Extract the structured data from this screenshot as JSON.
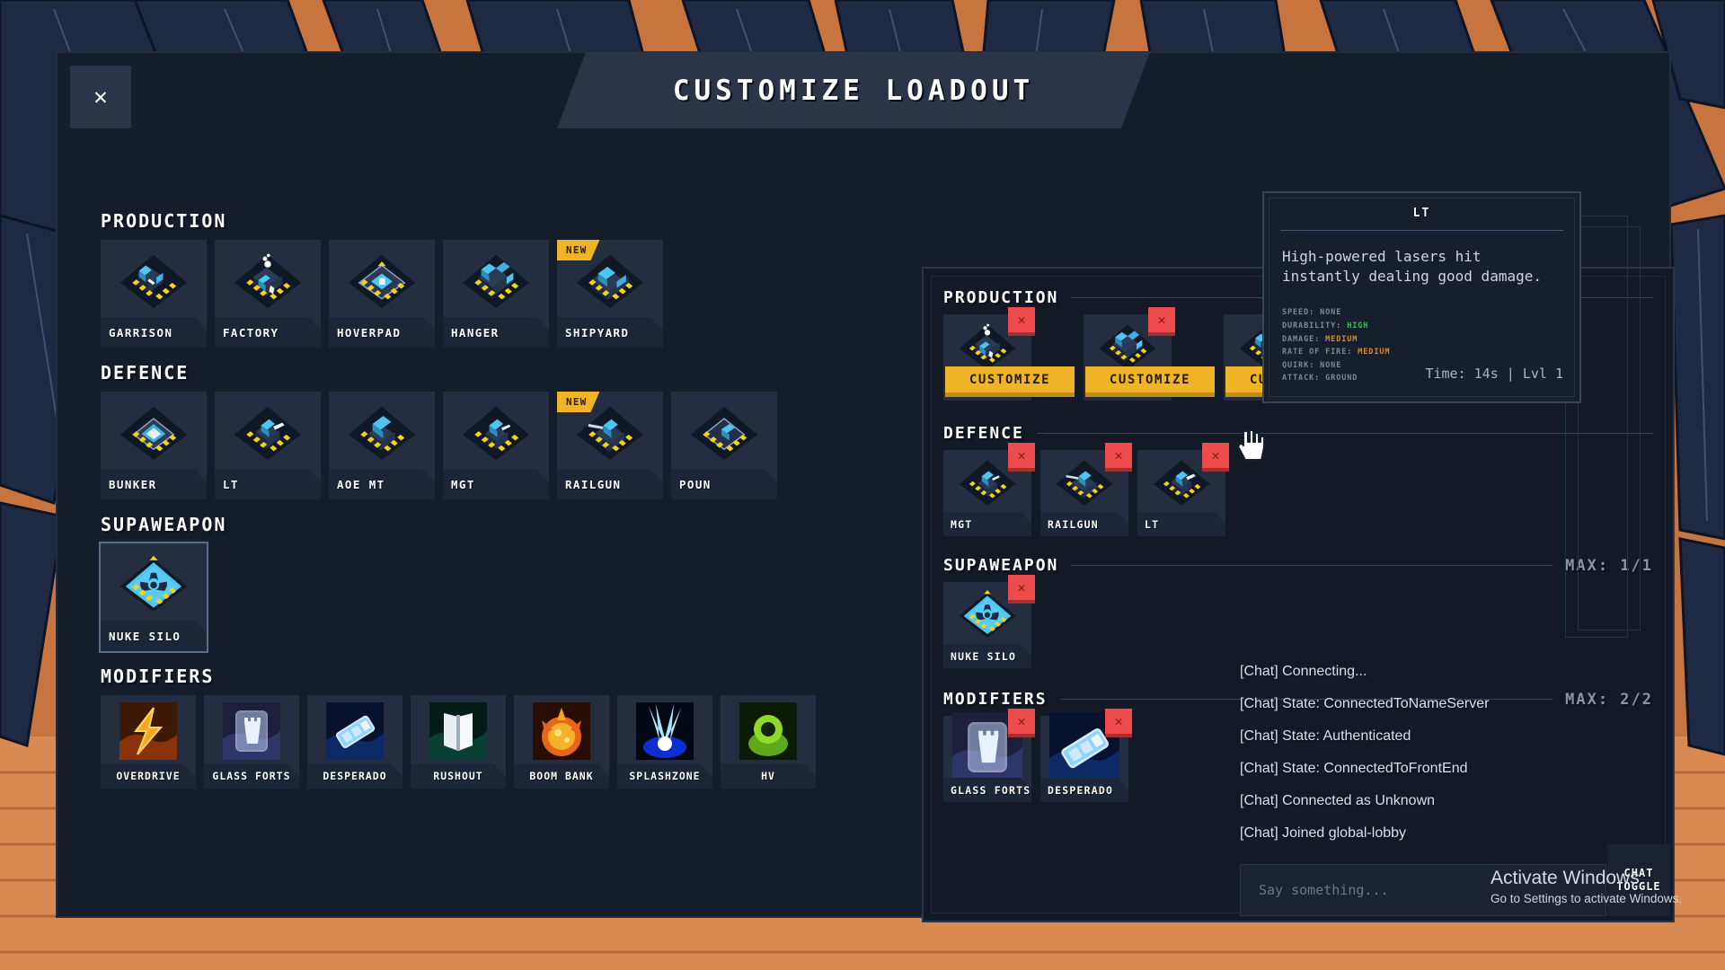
{
  "modal": {
    "title": "CUSTOMIZE LOADOUT",
    "close_label": "✕"
  },
  "catalogue": {
    "sections": [
      {
        "heading": "PRODUCTION",
        "cards": [
          {
            "label": "GARRISON",
            "badge": "",
            "art": "garrison"
          },
          {
            "label": "FACTORY",
            "badge": "",
            "art": "factory"
          },
          {
            "label": "HOVERPAD",
            "badge": "",
            "art": "hoverpad"
          },
          {
            "label": "HANGER",
            "badge": "",
            "art": "hanger"
          },
          {
            "label": "SHIPYARD",
            "badge": "NEW",
            "art": "shipyard"
          }
        ]
      },
      {
        "heading": "DEFENCE",
        "cards": [
          {
            "label": "BUNKER",
            "badge": "",
            "art": "bunker"
          },
          {
            "label": "LT",
            "badge": "",
            "art": "lt"
          },
          {
            "label": "AOE MT",
            "badge": "",
            "art": "aoemt"
          },
          {
            "label": "MGT",
            "badge": "",
            "art": "mgt"
          },
          {
            "label": "RAILGUN",
            "badge": "NEW",
            "art": "railgun"
          },
          {
            "label": "POUN",
            "badge": "",
            "art": "pounder"
          }
        ]
      },
      {
        "heading": "SUPAWEAPON",
        "cards": [
          {
            "label": "NUKE SILO",
            "badge": "",
            "art": "nuke"
          }
        ]
      }
    ],
    "modifiers": {
      "heading": "MODIFIERS",
      "cards": [
        {
          "label": "OVERDRIVE",
          "art": "overdrive"
        },
        {
          "label": "GLASS FORTS",
          "art": "glassforts"
        },
        {
          "label": "DESPERADO",
          "art": "desperado"
        },
        {
          "label": "RUSHOUT",
          "art": "rushout"
        },
        {
          "label": "BOOM BANK",
          "art": "boombank"
        },
        {
          "label": "SPLASHZONE",
          "art": "splashzone"
        },
        {
          "label": "HV",
          "art": "hv"
        }
      ]
    }
  },
  "loadout": {
    "sections": [
      {
        "heading": "PRODUCTION",
        "max": "",
        "cards": [
          {
            "label": "",
            "art": "factory",
            "action": "CUSTOMIZE",
            "remove": "✕"
          },
          {
            "label": "",
            "art": "hanger",
            "action": "CUSTOMIZE",
            "remove": "✕"
          },
          {
            "label": "",
            "art": "garrison",
            "action": "CUSTOMIZE",
            "remove": "✕"
          }
        ]
      },
      {
        "heading": "DEFENCE",
        "max": "",
        "cards": [
          {
            "label": "MGT",
            "art": "mgt",
            "action": "",
            "remove": "✕"
          },
          {
            "label": "RAILGUN",
            "art": "railgun",
            "action": "",
            "remove": "✕"
          },
          {
            "label": "LT",
            "art": "lt",
            "action": "",
            "remove": "✕"
          }
        ]
      },
      {
        "heading": "SUPAWEAPON",
        "max": "MAX: 1/1",
        "cards": [
          {
            "label": "NUKE SILO",
            "art": "nuke",
            "action": "",
            "remove": "✕"
          }
        ]
      },
      {
        "heading": "MODIFIERS",
        "max": "MAX: 2/2",
        "cards": [
          {
            "label": "GLASS FORTS",
            "art": "glassforts",
            "action": "",
            "remove": "✕"
          },
          {
            "label": "DESPERADO",
            "art": "desperado",
            "action": "",
            "remove": "✕"
          }
        ]
      }
    ]
  },
  "tooltip": {
    "title": "LT",
    "description": "High-powered lasers hit instantly dealing good damage.",
    "stats": [
      {
        "key": "SPEED:",
        "value": "NONE",
        "tone": "none"
      },
      {
        "key": "DURABILITY:",
        "value": "HIGH",
        "tone": "high"
      },
      {
        "key": "DAMAGE:",
        "value": "MEDIUM",
        "tone": "medium"
      },
      {
        "key": "RATE OF FIRE:",
        "value": "MEDIUM",
        "tone": "medium"
      },
      {
        "key": "QUIRK:",
        "value": "NONE",
        "tone": "none"
      },
      {
        "key": "ATTACK:",
        "value": "GROUND",
        "tone": "none"
      }
    ],
    "time": "Time: 14s | Lvl 1"
  },
  "chat": {
    "messages": [
      "[Chat] Connecting...",
      "[Chat] State: ConnectedToNameServer",
      "[Chat] State: Authenticated",
      "[Chat] State: ConnectedToFrontEnd",
      "[Chat] Connected as Unknown",
      "[Chat] Joined global-lobby"
    ],
    "placeholder": "Say something...",
    "toggle_line1": "CHAT",
    "toggle_line2": "TOGGLE"
  },
  "watermark": {
    "line1": "Activate Windows",
    "line2": "Go to Settings to activate Windows."
  },
  "colors": {
    "accent_yellow": "#f0b429",
    "remove_red": "#ee4c4c",
    "panel": "#242e40",
    "stat_high": "#3fbb5a",
    "stat_medium": "#d68b2a"
  }
}
